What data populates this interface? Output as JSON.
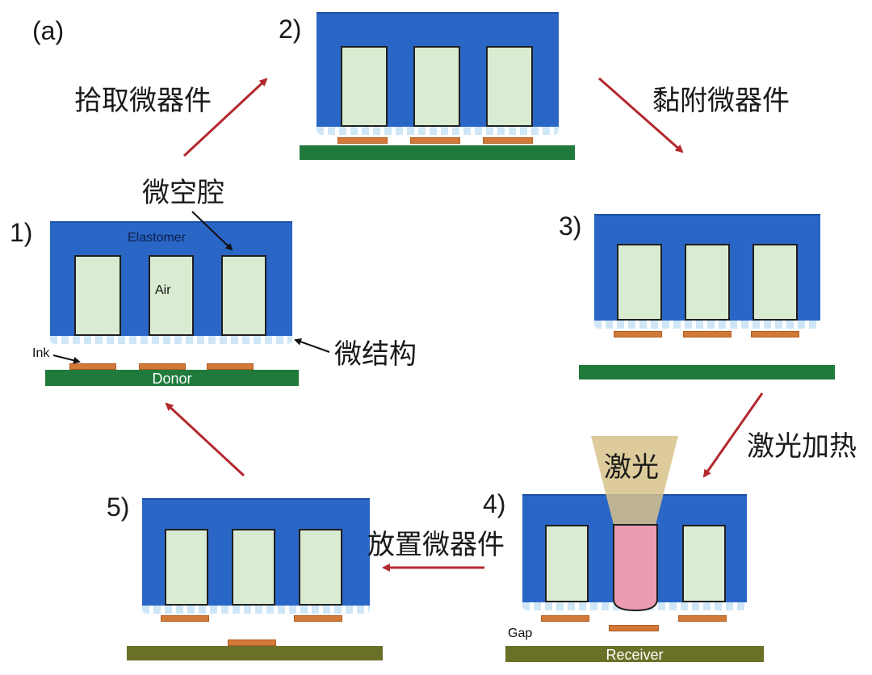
{
  "panel_label": "(a)",
  "steps": [
    {
      "num": "1)"
    },
    {
      "num": "2)"
    },
    {
      "num": "3)"
    },
    {
      "num": "4)"
    },
    {
      "num": "5)"
    }
  ],
  "arrow_labels": {
    "pick": "拾取微器件",
    "adhere": "黏附微器件",
    "laser_heat": "激光加热",
    "place": "放置微器件"
  },
  "annotations": {
    "micro_cavity": "微空腔",
    "micro_structure": "微结构",
    "elastomer": "Elastomer",
    "air": "Air",
    "ink": "Ink",
    "donor": "Donor",
    "laser": "激光",
    "gap": "Gap",
    "receiver": "Receiver"
  },
  "colors": {
    "elastomer": "#2a66c6",
    "cavity": "#d9ecd2",
    "ink": "#d2793a",
    "donor_substrate": "#1f7a3c",
    "receiver_substrate": "#6b7028",
    "arrow": "#b3282d",
    "laser_beam": "#d8c28a",
    "heated_cavity": "#ec9bb0"
  }
}
